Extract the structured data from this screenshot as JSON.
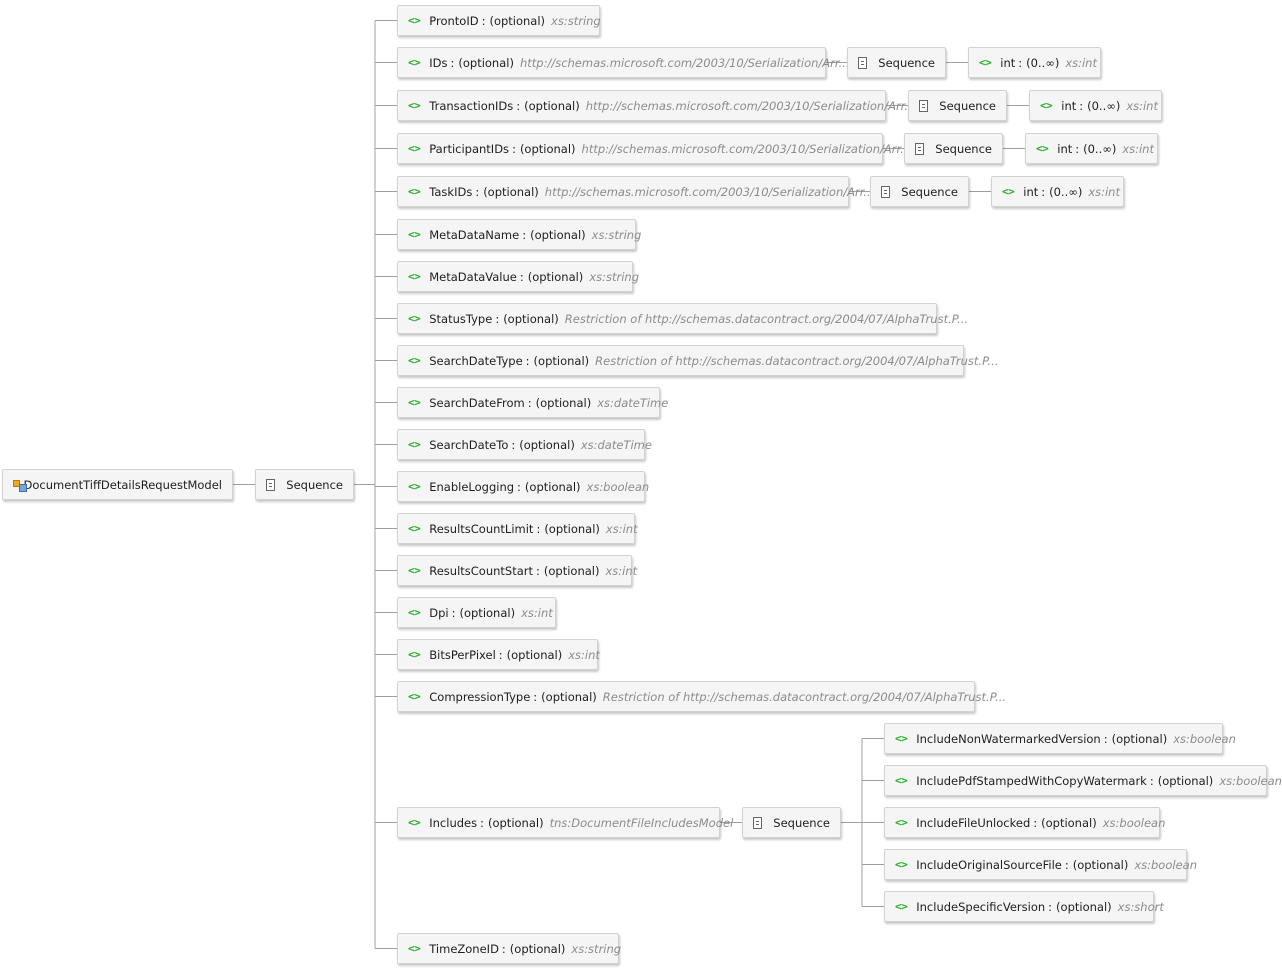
{
  "root": {
    "label": "DocumentTiffDetailsRequestModel",
    "icon": "class-icon"
  },
  "sequence_label": "Sequence",
  "elements": [
    {
      "name": "ProntoID",
      "qualifier": "(optional)",
      "type": "xs:string"
    },
    {
      "name": "IDs",
      "qualifier": "(optional)",
      "type": "http://schemas.microsoft.com/2003/10/Serialization/Arr...",
      "child": {
        "name": "int",
        "qualifier": "(0..∞)",
        "type": "xs:int"
      }
    },
    {
      "name": "TransactionIDs",
      "qualifier": "(optional)",
      "type": "http://schemas.microsoft.com/2003/10/Serialization/Arr...",
      "child": {
        "name": "int",
        "qualifier": "(0..∞)",
        "type": "xs:int"
      }
    },
    {
      "name": "ParticipantIDs",
      "qualifier": "(optional)",
      "type": "http://schemas.microsoft.com/2003/10/Serialization/Arr...",
      "child": {
        "name": "int",
        "qualifier": "(0..∞)",
        "type": "xs:int"
      }
    },
    {
      "name": "TaskIDs",
      "qualifier": "(optional)",
      "type": "http://schemas.microsoft.com/2003/10/Serialization/Arr...",
      "child": {
        "name": "int",
        "qualifier": "(0..∞)",
        "type": "xs:int"
      }
    },
    {
      "name": "MetaDataName",
      "qualifier": "(optional)",
      "type": "xs:string"
    },
    {
      "name": "MetaDataValue",
      "qualifier": "(optional)",
      "type": "xs:string"
    },
    {
      "name": "StatusType",
      "qualifier": "(optional)",
      "type": "Restriction of http://schemas.datacontract.org/2004/07/AlphaTrust.P..."
    },
    {
      "name": "SearchDateType",
      "qualifier": "(optional)",
      "type": "Restriction of http://schemas.datacontract.org/2004/07/AlphaTrust.P..."
    },
    {
      "name": "SearchDateFrom",
      "qualifier": "(optional)",
      "type": "xs:dateTime"
    },
    {
      "name": "SearchDateTo",
      "qualifier": "(optional)",
      "type": "xs:dateTime"
    },
    {
      "name": "EnableLogging",
      "qualifier": "(optional)",
      "type": "xs:boolean"
    },
    {
      "name": "ResultsCountLimit",
      "qualifier": "(optional)",
      "type": "xs:int"
    },
    {
      "name": "ResultsCountStart",
      "qualifier": "(optional)",
      "type": "xs:int"
    },
    {
      "name": "Dpi",
      "qualifier": "(optional)",
      "type": "xs:int"
    },
    {
      "name": "BitsPerPixel",
      "qualifier": "(optional)",
      "type": "xs:int"
    },
    {
      "name": "CompressionType",
      "qualifier": "(optional)",
      "type": "Restriction of http://schemas.datacontract.org/2004/07/AlphaTrust.P..."
    },
    {
      "name": "Includes",
      "qualifier": "(optional)",
      "type": "tns:DocumentFileIncludesModel",
      "children": [
        {
          "name": "IncludeNonWatermarkedVersion",
          "qualifier": "(optional)",
          "type": "xs:boolean"
        },
        {
          "name": "IncludePdfStampedWithCopyWatermark",
          "qualifier": "(optional)",
          "type": "xs:boolean"
        },
        {
          "name": "IncludeFileUnlocked",
          "qualifier": "(optional)",
          "type": "xs:boolean"
        },
        {
          "name": "IncludeOriginalSourceFile",
          "qualifier": "(optional)",
          "type": "xs:boolean"
        },
        {
          "name": "IncludeSpecificVersion",
          "qualifier": "(optional)",
          "type": "xs:short"
        }
      ]
    },
    {
      "name": "TimeZoneID",
      "qualifier": "(optional)",
      "type": "xs:string"
    }
  ],
  "colors": {
    "element_icon": "#22b022",
    "connector": "#a0a0a0",
    "node_bg": "#f5f5f5",
    "type_text": "#8c8c8c"
  }
}
